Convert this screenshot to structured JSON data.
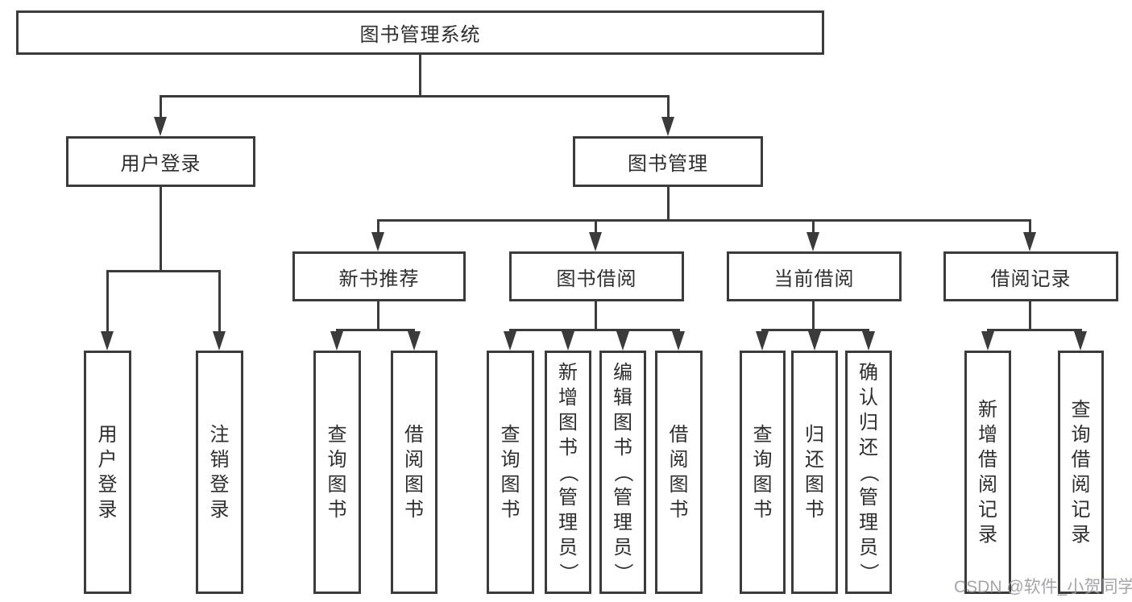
{
  "tree": {
    "root": "图书管理系统",
    "branches": [
      {
        "label": "用户登录",
        "children": [
          "用户登录",
          "注销登录"
        ]
      },
      {
        "label": "图书管理",
        "children": [
          {
            "label": "新书推荐",
            "children": [
              "查询图书",
              "借阅图书"
            ]
          },
          {
            "label": "图书借阅",
            "children": [
              "查询图书",
              "新增图书（管理员）",
              "编辑图书（管理员）",
              "借阅图书"
            ]
          },
          {
            "label": "当前借阅",
            "children": [
              "查询图书",
              "归还图书",
              "确认归还（管理员）"
            ]
          },
          {
            "label": "借阅记录",
            "children": [
              "新增借阅记录",
              "查询借阅记录"
            ]
          }
        ]
      }
    ]
  },
  "watermark": {
    "text": "CSDN @软件_小贺同学"
  },
  "colors": {
    "line": "#3b3b3b",
    "box_border": "#3b3b3b",
    "box_fill": "#ffffff",
    "text": "#2e2e2e",
    "watermark": "#9b9ca2",
    "background": "#ffffff"
  }
}
